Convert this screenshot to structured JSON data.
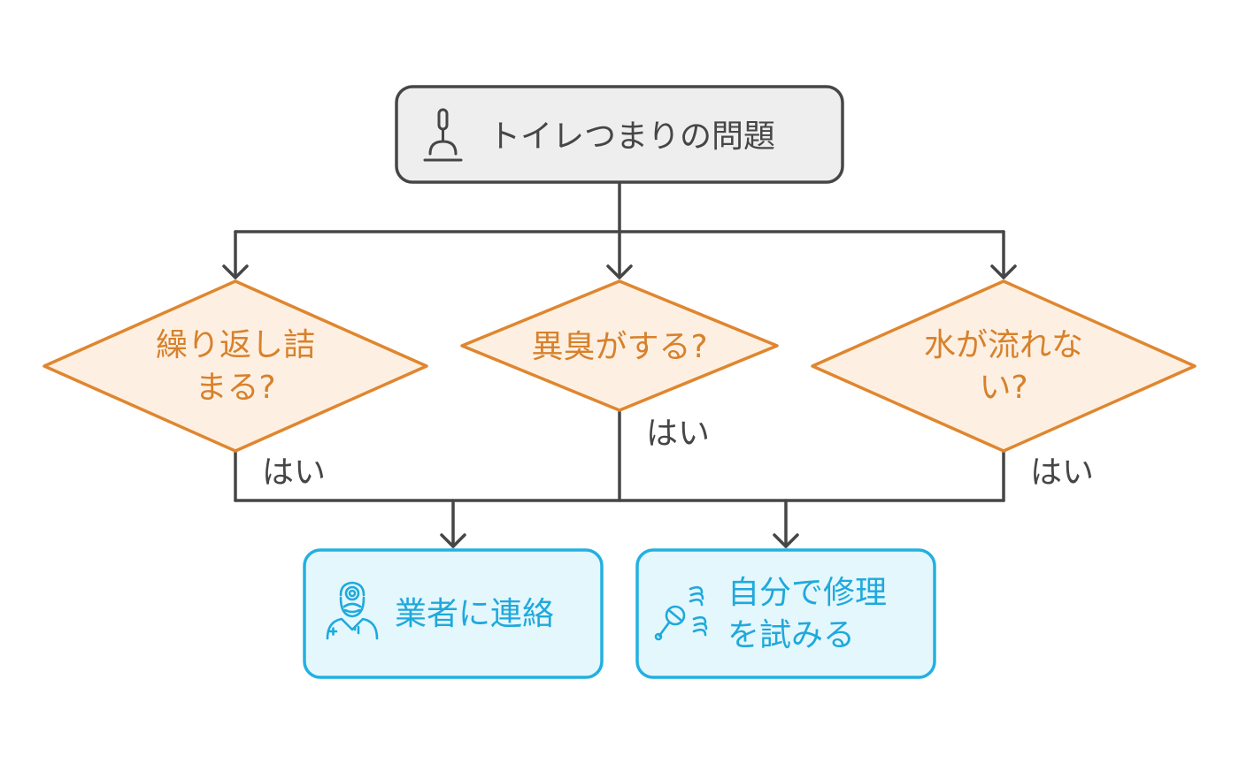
{
  "colors": {
    "connector": "#464646",
    "start_fill": "#eeeeee",
    "start_stroke": "#464646",
    "start_text": "#464646",
    "decision_fill": "#fdf0e2",
    "decision_stroke": "#e0862f",
    "decision_text": "#d8812c",
    "action_fill": "#e4f7fd",
    "action_stroke": "#23b0e1",
    "action_text": "#1fa9dc",
    "edge_label": "#464646"
  },
  "start": {
    "label": "トイレつまりの問題",
    "icon": "plunger-icon"
  },
  "decisions": [
    {
      "id": "repeat-clog",
      "line1": "繰り返し詰",
      "line2": "まる?"
    },
    {
      "id": "odor",
      "line1": "異臭がする?",
      "line2": ""
    },
    {
      "id": "no-flow",
      "line1": "水が流れな",
      "line2": "い?"
    }
  ],
  "edge_labels": {
    "repeat_yes": "はい",
    "odor_yes": "はい",
    "noflow_yes": "はい"
  },
  "actions": [
    {
      "id": "contact-pro",
      "line1": "業者に連絡",
      "line2": "",
      "icon": "plumber-icon"
    },
    {
      "id": "self-repair",
      "line1": "自分で修理",
      "line2": "を試みる",
      "icon": "wrench-spring-icon"
    }
  ]
}
